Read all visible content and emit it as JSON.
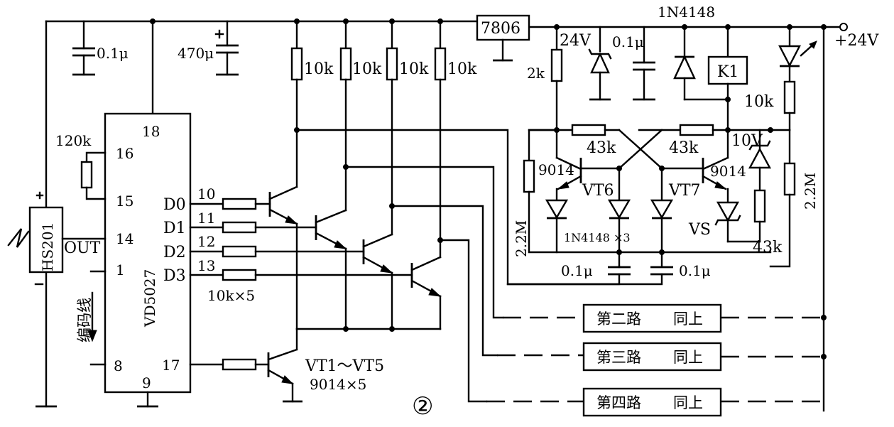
{
  "labels": {
    "figure_number": "②",
    "supply": "+24V",
    "regulator": "7806",
    "diode_top": "1N4148",
    "relay": "K1",
    "cap_01u_left": "0.1μ",
    "cap_470u": "470μ",
    "r_10k_1": "10k",
    "r_10k_2": "10k",
    "r_10k_3": "10k",
    "r_10k_4": "10k",
    "r_2k": "2k",
    "zener_24v": "24V",
    "cap_01u_right": "0.1μ",
    "r_10k_led": "10k",
    "r_43k_left": "43k",
    "r_43k_right": "43k",
    "zener_10v": "10V",
    "r_2_2m_right": "2.2M",
    "r_2_2m_left": "2.2M",
    "vt6_type": "9014",
    "vt6": "VT6",
    "vt7_type": "9014",
    "vt7": "VT7",
    "diodes_x3": "1N4148 ×3",
    "vs": "VS",
    "r_43k_bottom": "43k",
    "cap_bottom_left": "0.1μ",
    "cap_bottom_right": "0.1μ",
    "r_120k": "120k",
    "ic_name": "VD5027",
    "receiver": "HS201",
    "out": "OUT",
    "coding": "编码线",
    "pin_18": "18",
    "pin_16": "16",
    "pin_15": "15",
    "pin_14": "14",
    "pin_1": "1",
    "pin_8": "8",
    "pin_9": "9",
    "pin_17": "17",
    "d0": "D0",
    "d1": "D1",
    "d2": "D2",
    "d3": "D3",
    "n10": "10",
    "n11": "11",
    "n12": "12",
    "n13": "13",
    "r_10k_x5": "10k×5",
    "vt1_vt5": "VT1～VT5",
    "vt_type_x5": "9014×5",
    "ch2_name": "第二路",
    "ch2_note": "同上",
    "ch3_name": "第三路",
    "ch3_note": "同上",
    "ch4_name": "第四路",
    "ch4_note": "同上"
  }
}
